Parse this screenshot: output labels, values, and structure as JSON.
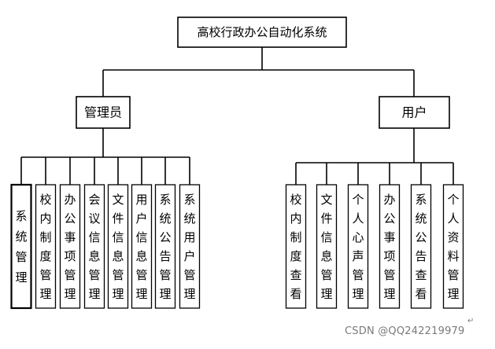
{
  "diagram": {
    "root": "高校行政办公自动化系统",
    "branches": [
      {
        "label": "管理员",
        "children": [
          "系统管理",
          "校内制度管理",
          "办公事项管理",
          "会议信息管理",
          "文件信息管理",
          "用户信息管理",
          "系统公告管理",
          "系统用户管理"
        ]
      },
      {
        "label": "用户",
        "children": [
          "校内制度查看",
          "文件信息管理",
          "个人心声管理",
          "办公事项管理",
          "系统公告查看",
          "个人资料管理"
        ]
      }
    ]
  },
  "watermark": "CSDN @QQ242219979",
  "colors": {
    "line": "#000000",
    "box_border": "#000000",
    "text": "#000000",
    "watermark": "#7a7a7a"
  }
}
